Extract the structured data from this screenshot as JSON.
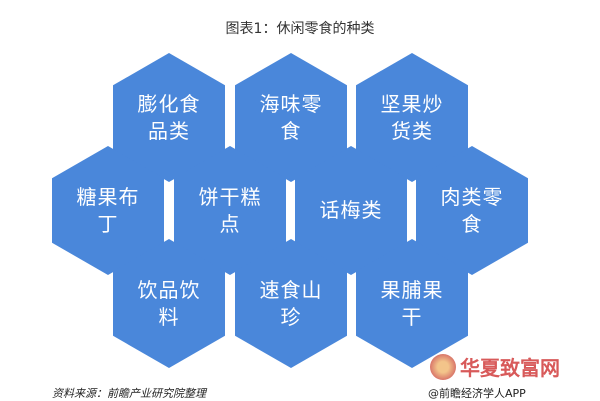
{
  "title": "图表1：休闲零食的种类",
  "colors": {
    "hexagon": "#4a87da"
  },
  "hexagons": [
    {
      "label": "膨化食品类"
    },
    {
      "label": "海味零食"
    },
    {
      "label": "坚果炒货类"
    },
    {
      "label": "糖果布丁"
    },
    {
      "label": "饼干糕点"
    },
    {
      "label": "话梅类"
    },
    {
      "label": "肉类零食"
    },
    {
      "label": "饮品饮料"
    },
    {
      "label": "速食山珍"
    },
    {
      "label": "果脯果干"
    }
  ],
  "source": "资料来源：前瞻产业研究院整理",
  "credit": "@前瞻经济学人APP",
  "watermark": "华夏致富网"
}
